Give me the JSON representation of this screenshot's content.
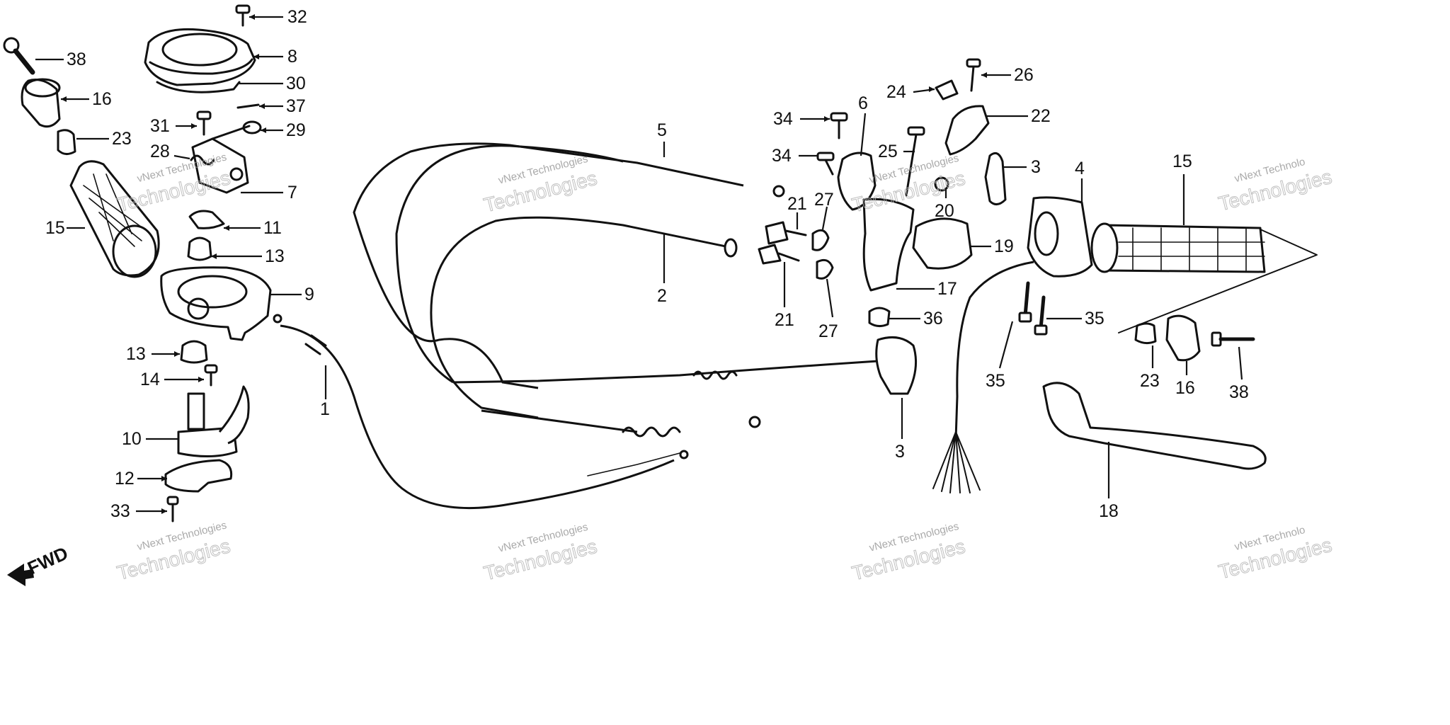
{
  "diagram": {
    "callouts": [
      {
        "id": "c32",
        "label": "32"
      },
      {
        "id": "c8",
        "label": "8"
      },
      {
        "id": "c30",
        "label": "30"
      },
      {
        "id": "c37",
        "label": "37"
      },
      {
        "id": "c29",
        "label": "29"
      },
      {
        "id": "c31",
        "label": "31"
      },
      {
        "id": "c28",
        "label": "28"
      },
      {
        "id": "c7",
        "label": "7"
      },
      {
        "id": "c11",
        "label": "11"
      },
      {
        "id": "c13a",
        "label": "13"
      },
      {
        "id": "c9",
        "label": "9"
      },
      {
        "id": "c38a",
        "label": "38"
      },
      {
        "id": "c16a",
        "label": "16"
      },
      {
        "id": "c23a",
        "label": "23"
      },
      {
        "id": "c15a",
        "label": "15"
      },
      {
        "id": "c13b",
        "label": "13"
      },
      {
        "id": "c14",
        "label": "14"
      },
      {
        "id": "c10",
        "label": "10"
      },
      {
        "id": "c12",
        "label": "12"
      },
      {
        "id": "c33",
        "label": "33"
      },
      {
        "id": "c1",
        "label": "1"
      },
      {
        "id": "c5",
        "label": "5"
      },
      {
        "id": "c2",
        "label": "2"
      },
      {
        "id": "c21a",
        "label": "21"
      },
      {
        "id": "c21b",
        "label": "21"
      },
      {
        "id": "c27a",
        "label": "27"
      },
      {
        "id": "c27b",
        "label": "27"
      },
      {
        "id": "c34a",
        "label": "34"
      },
      {
        "id": "c34b",
        "label": "34"
      },
      {
        "id": "c6",
        "label": "6"
      },
      {
        "id": "c25",
        "label": "25"
      },
      {
        "id": "c20",
        "label": "20"
      },
      {
        "id": "c24",
        "label": "24"
      },
      {
        "id": "c26",
        "label": "26"
      },
      {
        "id": "c22",
        "label": "22"
      },
      {
        "id": "c3a",
        "label": "3"
      },
      {
        "id": "c4",
        "label": "4"
      },
      {
        "id": "c15b",
        "label": "15"
      },
      {
        "id": "c19",
        "label": "19"
      },
      {
        "id": "c17",
        "label": "17"
      },
      {
        "id": "c36",
        "label": "36"
      },
      {
        "id": "c3b",
        "label": "3"
      },
      {
        "id": "c35a",
        "label": "35"
      },
      {
        "id": "c35b",
        "label": "35"
      },
      {
        "id": "c23b",
        "label": "23"
      },
      {
        "id": "c16b",
        "label": "16"
      },
      {
        "id": "c38b",
        "label": "38"
      },
      {
        "id": "c18",
        "label": "18"
      }
    ],
    "direction_label": "FWD",
    "watermark": {
      "line1": "vNext Technologies",
      "line2": "Technologies",
      "line3": "vNext Technolo"
    }
  }
}
